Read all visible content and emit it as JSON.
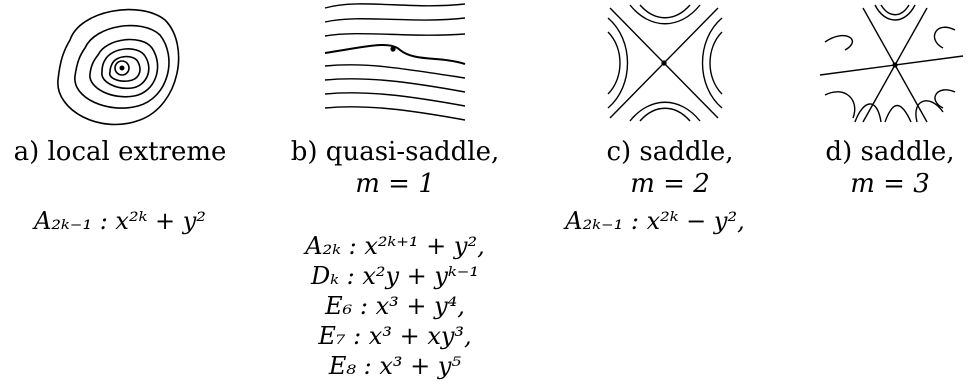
{
  "panels": [
    {
      "caption_line1": "a) local extreme",
      "caption_line2": "",
      "formulas": [
        "A₂ₖ₋₁ : x²ᵏ + y²"
      ]
    },
    {
      "caption_line1": "b) quasi-saddle,",
      "caption_line2": "m = 1",
      "formulas": [
        "A₂ₖ : x²ᵏ⁺¹ + y²,",
        "Dₖ : x²y + yᵏ⁻¹",
        "E₆ : x³ + y⁴,",
        "E₇ : x³ + xy³,",
        "E₈ : x³ + y⁵"
      ]
    },
    {
      "caption_line1": "c) saddle,",
      "caption_line2": "m = 2",
      "formulas": [
        "A₂ₖ₋₁ : x²ᵏ − y²,"
      ]
    },
    {
      "caption_line1": "d) saddle,",
      "caption_line2": "m = 3",
      "formulas": []
    }
  ]
}
